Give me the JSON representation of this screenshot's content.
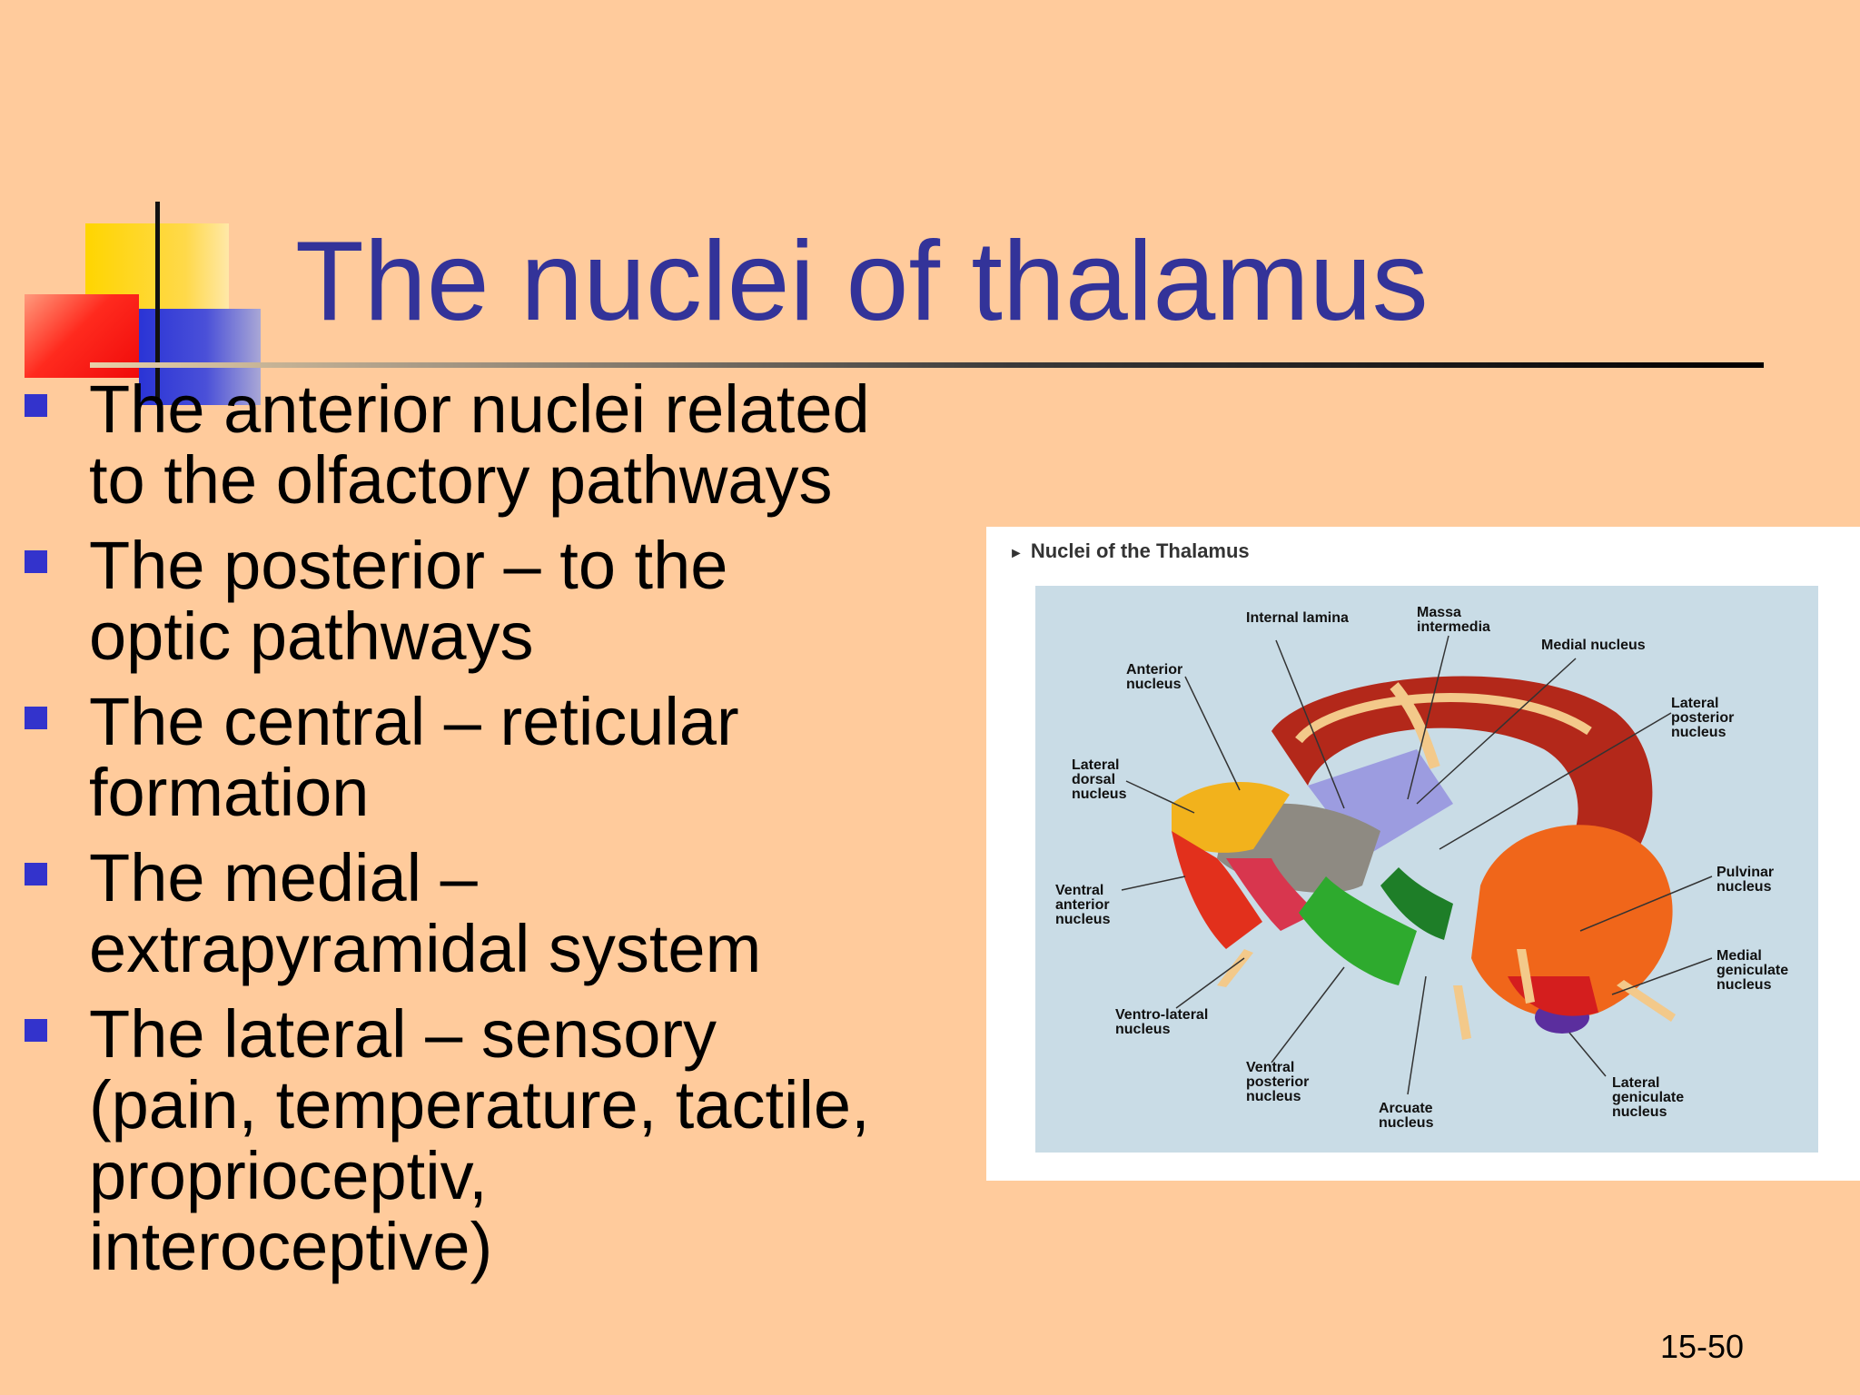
{
  "slide": {
    "title": "The nuclei of thalamus",
    "bullets": [
      "The anterior nuclei related to the olfactory pathways",
      "The posterior – to the optic pathways",
      "The central – reticular formation",
      "The medial – extrapyramidal system",
      "The lateral – sensory (pain, temperature, tactile, proprioceptiv, interoceptive)"
    ],
    "page_number": "15-50"
  },
  "figure": {
    "caption": "Nuclei of the Thalamus",
    "labels": {
      "internal_lamina": "Internal lamina",
      "massa_intermedia": "Massa intermedia",
      "medial_nucleus": "Medial nucleus",
      "anterior_nucleus": "Anterior nucleus",
      "lateral_posterior": "Lateral posterior nucleus",
      "lateral_dorsal": "Lateral dorsal nucleus",
      "ventral_anterior": "Ventral anterior nucleus",
      "pulvinar": "Pulvinar nucleus",
      "medial_geniculate": "Medial geniculate nucleus",
      "ventro_lateral": "Ventro-lateral nucleus",
      "ventral_posterior": "Ventral posterior nucleus",
      "arcuate": "Arcuate nucleus",
      "lateral_geniculate": "Lateral geniculate nucleus"
    }
  },
  "colors": {
    "background": "#FFCB9C",
    "title": "#333399",
    "bullet": "#3333CC",
    "panel": "#C9DCE6"
  }
}
